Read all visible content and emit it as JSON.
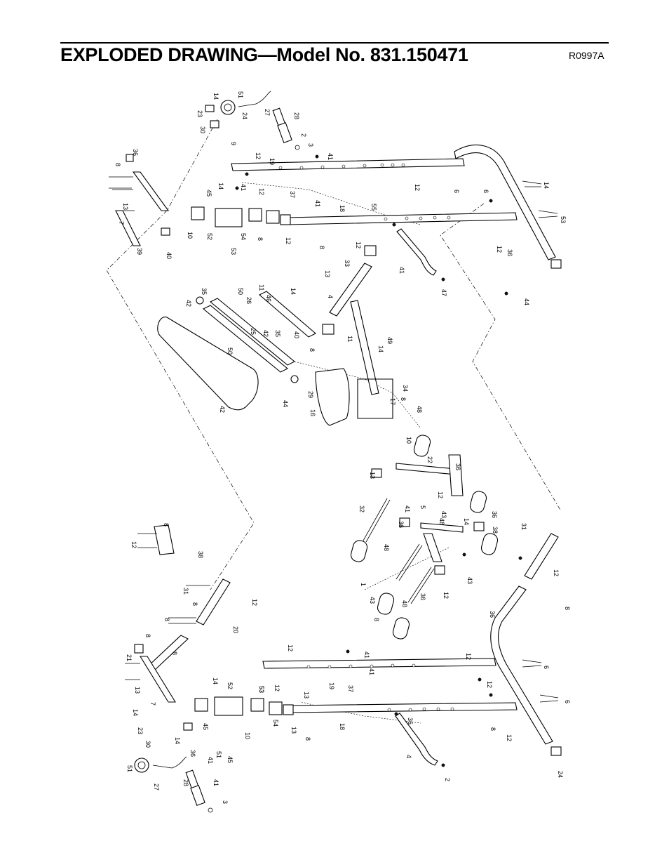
{
  "header": {
    "title": "EXPLODED DRAWING—Model No. 831.150471",
    "code": "R0997A"
  },
  "callouts": [
    "14",
    "51",
    "23",
    "24",
    "27",
    "28",
    "30",
    "2",
    "9",
    "3",
    "36",
    "8",
    "12",
    "19",
    "41",
    "13",
    "7",
    "39",
    "45",
    "14",
    "41",
    "12",
    "37",
    "41",
    "18",
    "55",
    "12",
    "6",
    "6",
    "14",
    "53",
    "10",
    "52",
    "53",
    "54",
    "8",
    "12",
    "8",
    "12",
    "36",
    "40",
    "12",
    "13",
    "33",
    "4",
    "41",
    "47",
    "44",
    "42",
    "35",
    "50",
    "11",
    "26",
    "46",
    "14",
    "50",
    "25",
    "42",
    "35",
    "40",
    "11",
    "8",
    "49",
    "14",
    "44",
    "29",
    "42",
    "17",
    "34",
    "16",
    "8",
    "48",
    "10",
    "22",
    "36",
    "13",
    "12",
    "5",
    "43",
    "32",
    "48",
    "36",
    "36",
    "14",
    "38",
    "41",
    "48",
    "43",
    "1",
    "8",
    "12",
    "38",
    "43",
    "36",
    "48",
    "12",
    "8",
    "31",
    "8",
    "12",
    "31",
    "8",
    "8",
    "12",
    "20",
    "36",
    "8",
    "21",
    "8",
    "13",
    "12",
    "41",
    "12",
    "6",
    "37",
    "19",
    "41",
    "53",
    "14",
    "52",
    "12",
    "13",
    "14",
    "53",
    "7",
    "45",
    "54",
    "12",
    "6",
    "23",
    "14",
    "10",
    "30",
    "41",
    "51",
    "45",
    "13",
    "8",
    "18",
    "4",
    "8",
    "12",
    "36",
    "24",
    "51",
    "27",
    "28",
    "41",
    "36",
    "2",
    "3"
  ]
}
